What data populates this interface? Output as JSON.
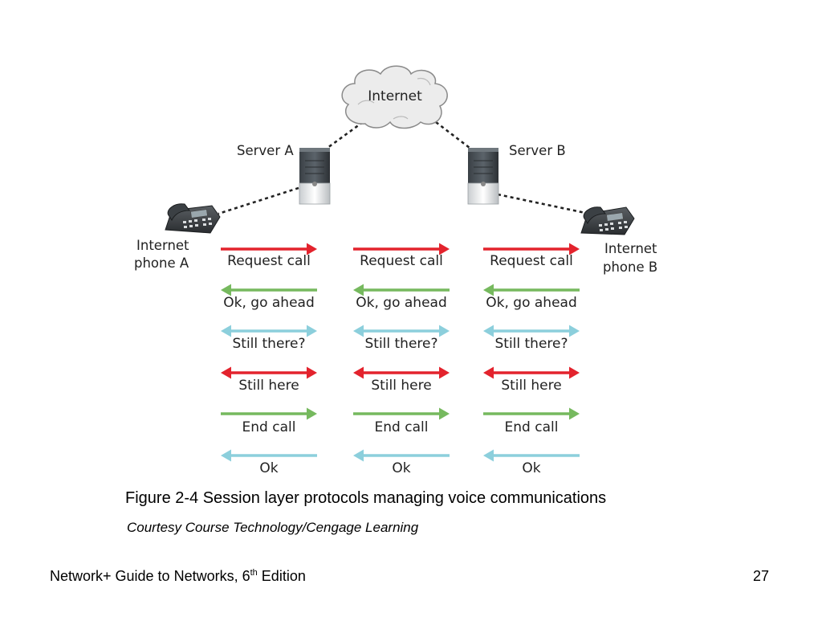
{
  "diagram": {
    "cloud_label": "Internet",
    "server_a_label": "Server A",
    "server_b_label": "Server B",
    "phone_a_label_line1": "Internet",
    "phone_a_label_line2": "phone A",
    "phone_b_label_line1": "Internet",
    "phone_b_label_line2": "phone B",
    "colors": {
      "red": "#e3232d",
      "green": "#76b95e",
      "blue": "#8ccfdc"
    },
    "messages": [
      {
        "label": "Request call",
        "direction": "right",
        "color": "red"
      },
      {
        "label": "Ok, go ahead",
        "direction": "left",
        "color": "green"
      },
      {
        "label": "Still there?",
        "direction": "both",
        "color": "blue"
      },
      {
        "label": "Still here",
        "direction": "both",
        "color": "red"
      },
      {
        "label": "End call",
        "direction": "right",
        "color": "green"
      },
      {
        "label": "Ok",
        "direction": "left",
        "color": "blue"
      }
    ],
    "segment_count": 3
  },
  "caption": {
    "title": "Figure 2-4 Session layer protocols managing voice communications",
    "courtesy": "Courtesy Course Technology/Cengage Learning"
  },
  "footer": {
    "book_title_pre": "Network+ Guide to Networks, 6",
    "book_title_sup": "th",
    "book_title_post": " Edition",
    "page_number": "27"
  }
}
